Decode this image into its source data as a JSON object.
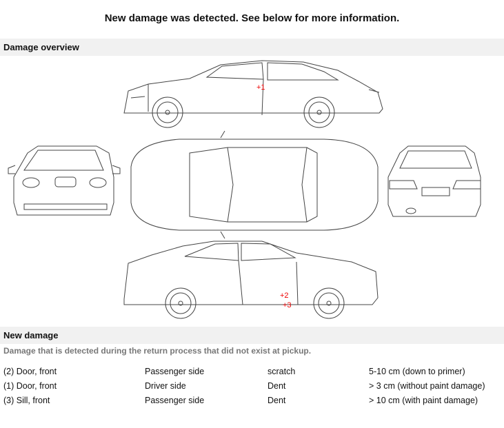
{
  "banner": "New damage was detected. See below for more information.",
  "overview": {
    "title": "Damage overview"
  },
  "markers": {
    "m1": "+1",
    "m2": "+2",
    "m3": "+3"
  },
  "new_damage": {
    "title": "New damage",
    "description": "Damage that is detected during the return process that did not exist at pickup.",
    "rows": [
      {
        "part": "(2) Door, front",
        "side": "Passenger side",
        "type": "scratch",
        "size": "5-10 cm (down to primer)"
      },
      {
        "part": "(1) Door, front",
        "side": "Driver side",
        "type": "Dent",
        "size": "> 3 cm (without paint damage)"
      },
      {
        "part": "(3) Sill, front",
        "side": "Passenger side",
        "type": "Dent",
        "size": "> 10 cm (with paint damage)"
      }
    ]
  },
  "colors": {
    "marker": "#e00000",
    "section_bg": "#f1f1f1",
    "line": "#444444"
  }
}
